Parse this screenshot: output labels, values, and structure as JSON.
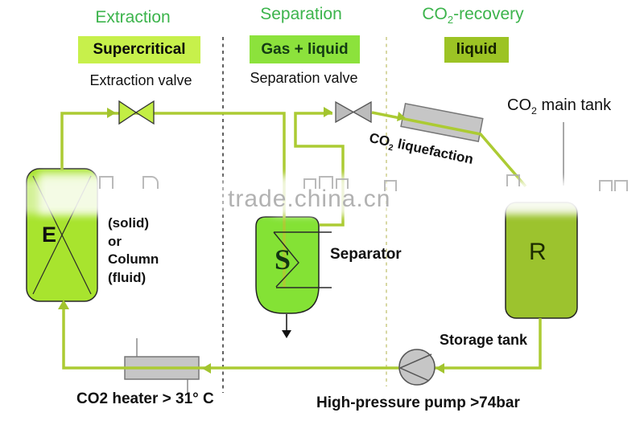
{
  "watermark": {
    "text": "trade.china.cn"
  },
  "sections": {
    "extraction": {
      "header": "Extraction",
      "phase": "Supercritical",
      "valve_label": "Extraction valve"
    },
    "separation": {
      "header": "Separation",
      "phase": "Gas + liquid",
      "valve_label": "Separation valve"
    },
    "recovery": {
      "header_prefix": "CO",
      "header_sub": "2",
      "header_suffix": "-recovery",
      "phase": "liquid"
    }
  },
  "equipment": {
    "extractor": {
      "letter": "E",
      "note": [
        "(solid)",
        "or",
        "Column",
        "(fluid)"
      ]
    },
    "separator": {
      "letter": "S",
      "label": "Separator"
    },
    "main_tank": {
      "letter": "R",
      "label_prefix": "CO",
      "label_sub": "2",
      "label_suffix": " main tank"
    },
    "liquefaction": {
      "label_prefix": "CO",
      "label_sub": "2",
      "label_suffix": " liquefaction"
    },
    "storage_tank": {
      "label": "Storage tank"
    },
    "pump": {
      "label": "High-pressure pump >74bar"
    },
    "heater": {
      "label": "CO2 heater > 31° C"
    }
  },
  "colors": {
    "header_green": "#3cb44c",
    "supercritical_box": "#c7f04b",
    "gas_liquid_box": "#8ce23c",
    "liquid_box": "#9cc324",
    "extractor_fill": "#a8e42e",
    "separator_fill": "#84e235",
    "recovery_tank_fill": "#9cc32e",
    "pipe_green": "#accb33",
    "equipment_gray": "#c6c6c6",
    "watermark_gray": "#b2b2b2"
  }
}
